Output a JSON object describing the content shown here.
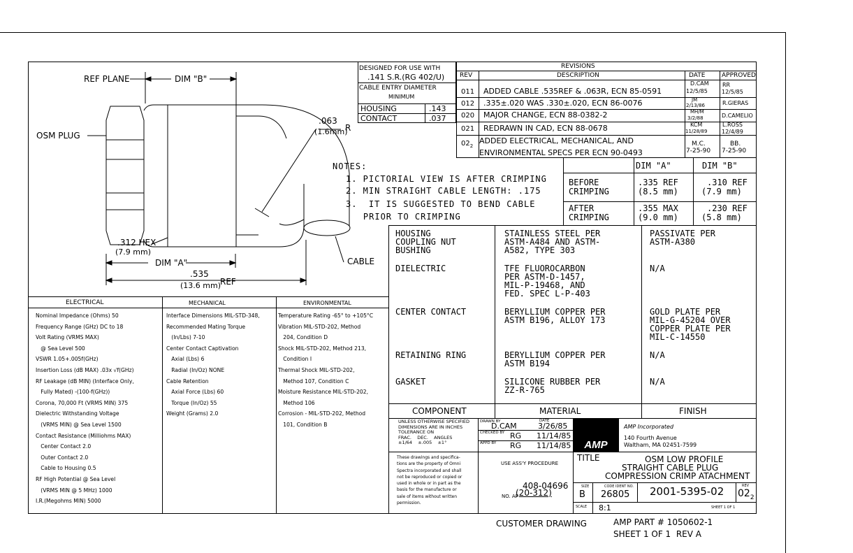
{
  "drawing": {
    "labels": {
      "ref_plane": "REF PLANE",
      "dim_b": "DIM \"B\"",
      "osm_plug": "OSM PLUG",
      "radius_in": ".063",
      "radius_mm": "(1.6mm)",
      "radius_r": "R",
      "hex_in": ".312 HEX",
      "hex_mm": "(7.9 mm)",
      "dim_a": "DIM \"A\"",
      "cable": "CABLE",
      "len_in": ".535",
      "len_mm": "(13.6 mm)",
      "len_ref": "REF"
    }
  },
  "design_note": {
    "line1": "DESIGNED FOR USE WITH",
    "line2": ".141 S.R.(RG 402/U)",
    "line3": "CABLE ENTRY DIAMETER",
    "line4": "MINIMUM",
    "rows": [
      {
        "label": "HOUSING",
        "value": ".143"
      },
      {
        "label": "CONTACT",
        "value": ".037"
      }
    ]
  },
  "revisions": {
    "title": "REVISIONS",
    "headers": {
      "rev": "REV",
      "description": "DESCRIPTION",
      "date": "DATE",
      "approved": "APPROVED"
    },
    "rows": [
      {
        "rev": "011",
        "desc": "ADDED CABLE .535REF & .063R, ECN 85-0591",
        "date_a": "D.CAM",
        "date_b": "12/5/85",
        "appr_a": "RR",
        "appr_b": "12/5/85"
      },
      {
        "rev": "012",
        "desc": ".335±.020 WAS .330±.020, ECN 86-0076",
        "date_a": "JM",
        "date_b": "2/13/86",
        "appr_a": "R.GIERAS",
        "appr_b": ""
      },
      {
        "rev": "020",
        "desc": "MAJOR CHANGE, ECN 88-0382-2",
        "date_a": "MH/M",
        "date_b": "3/2/88",
        "appr_a": "D.CAMELIO",
        "appr_b": ""
      },
      {
        "rev": "021",
        "desc": "REDRAWN IN CAD, ECN 88-0678",
        "date_a": "KCM",
        "date_b": "11/28/89",
        "appr_a": "L.ROSS",
        "appr_b": "12/4/89"
      },
      {
        "rev": "02",
        "rev_sub": "2",
        "desc": "ADDED ELECTRICAL, MECHANICAL, AND",
        "desc2": "ENVIRONMENTAL SPECS PER ECN 90-0493",
        "date_a": "M.C.",
        "date_b": "7-25-90",
        "appr_a": "BB.",
        "appr_b": "7-25-90"
      }
    ]
  },
  "notes": {
    "title": "NOTES:",
    "items": [
      "1.  PICTORIAL VIEW IS AFTER CRIMPING",
      "2.  MIN STRAIGHT CABLE LENGTH: .175",
      "3.  IT IS SUGGESTED TO BEND CABLE",
      "    PRIOR TO CRIMPING"
    ]
  },
  "dim_table": {
    "col_a": "DIM \"A\"",
    "col_b": "DIM \"B\"",
    "rows": [
      {
        "label1": "BEFORE",
        "label2": "CRIMPING",
        "a1": ".335 REF",
        "a2": "(8.5 mm)",
        "b1": ".310 REF",
        "b2": "(7.9 mm)"
      },
      {
        "label1": "AFTER",
        "label2": "CRIMPING",
        "a1": ".355 MAX",
        "a2": "(9.0 mm)",
        "b1": ".230 REF",
        "b2": "(5.8 mm)"
      }
    ]
  },
  "materials": {
    "headers": {
      "component": "COMPONENT",
      "material": "MATERIAL",
      "finish": "FINISH"
    },
    "rows": [
      {
        "component": "HOUSING\nCOUPLING NUT\nBUSHING",
        "material": "STAINLESS STEEL PER\nASTM-A484 AND ASTM-\nA582, TYPE 303",
        "finish": "PASSIVATE PER\nASTM-A380"
      },
      {
        "component": "DIELECTRIC",
        "material": "TFE FLUOROCARBON\nPER ASTM-D-1457,\nMIL-P-19468, AND\nFED. SPEC L-P-403",
        "finish": "N/A"
      },
      {
        "component": "CENTER CONTACT",
        "material": "BERYLLIUM COPPER PER\nASTM B196, ALLOY 173",
        "finish": "GOLD PLATE PER\nMIL-G-45204 OVER\nCOPPER PLATE PER\nMIL-C-14550"
      },
      {
        "component": "RETAINING RING",
        "material": "BERYLLIUM COPPER PER\nASTM B194",
        "finish": "N/A"
      },
      {
        "component": "GASKET",
        "material": "SILICONE RUBBER PER\nZZ-R-765",
        "finish": "N/A"
      }
    ]
  },
  "specs": {
    "electrical": {
      "title": "ELECTRICAL",
      "lines": [
        "Nominal Impedance (Ohms) 50",
        "Frequency Range (GHz) DC to 18",
        "Volt Rating (VRMS MAX)",
        "   @ Sea Level 500",
        "VSWR 1.05+.005f(GHz)",
        "Insertion Loss (dB MAX) .03x √f(GHz)",
        "RF Leakage (dB MIN) (Interface Only,",
        "   Fully Mated) -(100-f(GHz))",
        "Corona, 70,000 Ft (VRMS MIN) 375",
        "Dielectric Withstanding Voltage",
        "   (VRMS MIN) @ Sea Level 1500",
        "Contact Resistance (Milliohms MAX)",
        "   Center Contact 2.0",
        "   Outer Contact 2.0",
        "   Cable to Housing 0.5",
        "RF High Potential @ Sea Level",
        "   (VRMS MIN @ 5 MHz) 1000",
        "I.R.(Megohms MIN) 5000"
      ]
    },
    "mechanical": {
      "title": "MECHANICAL",
      "lines": [
        "Interface Dimensions MIL-STD-348,",
        "Recommended Mating Torque",
        "   (In/Lbs) 7-10",
        "Center Contact Captivation",
        "   Axial (Lbs) 6",
        "   Radial (In/Oz) NONE",
        "Cable Retention",
        "   Axial Force (Lbs) 60",
        "   Torque (In/Oz) 55",
        "Weight (Grams) 2.0"
      ]
    },
    "environmental": {
      "title": "ENVIRONMENTAL",
      "lines": [
        "Temperature Rating -65° to +105°C",
        "Vibration MIL-STD-202, Method",
        "   204, Condition D",
        "Shock MIL-STD-202, Method 213,",
        "   Condition I",
        "Thermal Shock MIL-STD-202,",
        "   Method 107, Condition C",
        "Moisture Resistance MIL-STD-202,",
        "   Method 106",
        "Corrosion - MIL-STD-202, Method",
        "   101, Condition B"
      ]
    }
  },
  "title_block": {
    "tolerance": "UNLESS OTHERWISE SPECIFIED\nDIMENSIONS ARE IN INCHES\nTOLERANCE ON\nFRAC.    DEC.    ANGLES\n±1/64    ±.005    ±1°",
    "drawn_by_label": "DRAWN BY",
    "drawn_by": "D.CAM",
    "date_label": "DATE",
    "drawn_date": "3/26/85",
    "checked_label": "CHECKED BY",
    "checked_by": "RG",
    "checked_date": "11/14/85",
    "approved_label": "APPD BY",
    "approved_by": "RG",
    "approved_date": "11/14/85",
    "logo": "AMP",
    "company": "AMP Incorporated",
    "address1": "140 Fourth Avenue",
    "address2": "Waltham, MA 02451-7599",
    "proprietary": "These drawings and specifica-\ntions are the property of Omni\nSpectra incorporated and shall\nnot be reproduced or copied or\nused in whole or in part as the\nbasis for the manufacture or\nsale of items without written\npermission.",
    "use_assy": "USE ASS'Y PROCEDURE",
    "procedure": "408-04696",
    "no_ap_label": "NO. AP",
    "no_ap": "(20-312)",
    "title_label": "TITLE",
    "title1": "OSM LOW PROFILE",
    "title2": "STRAIGHT CABLE PLUG",
    "title3": "COMPRESSION CRIMP ATACHMENT",
    "size_label": "SIZE",
    "size": "B",
    "code_label": "CODE IDENT NO.",
    "code": "26805",
    "drawing_no": "2001-5395-02",
    "rev_label": "REV",
    "rev": "02",
    "rev_sub": "2",
    "scale_label": "SCALE",
    "scale": "8:1",
    "sheet_label": "SHEET 1 OF 1"
  },
  "footer": {
    "customer": "CUSTOMER DRAWING",
    "part": "AMP PART # 1050602-1",
    "sheet": "SHEET 1 OF 1  REV A"
  }
}
